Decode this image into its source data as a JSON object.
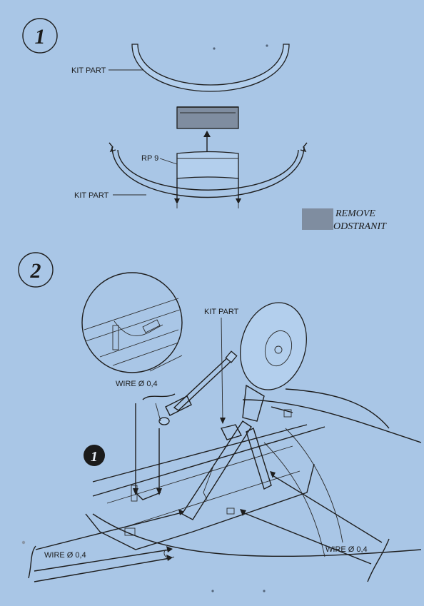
{
  "steps": {
    "step1": {
      "number": "1"
    },
    "step2": {
      "number": "2"
    }
  },
  "labels": {
    "kit_part_top": "KIT PART",
    "rp9": "RP 9",
    "kit_part_bottom": "KIT PART",
    "kit_part_strut": "KIT PART",
    "wire_upper": "WIRE Ø 0,4",
    "wire_left": "WIRE Ø 0,4",
    "wire_right": "WIRE Ø 0,4"
  },
  "legend": {
    "line1": "REMOVE",
    "line2": "ODSTRANIT",
    "swatch_color": "#7f8da0"
  },
  "reference_marker": {
    "number": "1"
  },
  "colors": {
    "background": "#a9c6e6",
    "ink": "#1e1e1e",
    "removed_area": "#7f8da0"
  }
}
